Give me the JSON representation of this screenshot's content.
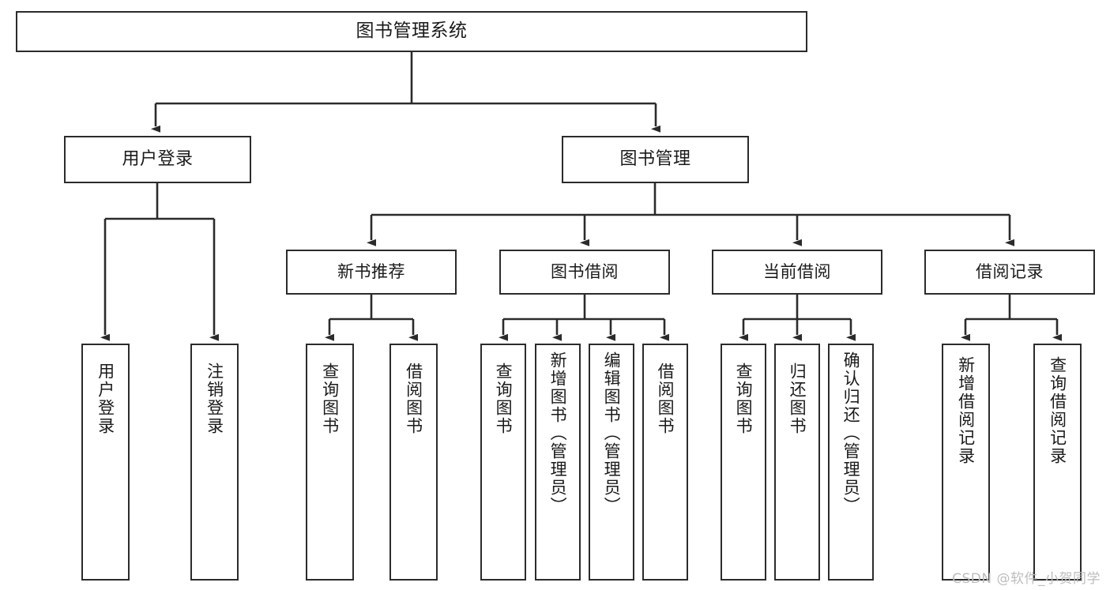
{
  "diagram": {
    "title": "图书管理系统",
    "watermark": "CSDN @软件_小贺同学",
    "stroke_color": "#2b2b2b",
    "background_color": "#ffffff",
    "text_color": "#1a1a1a",
    "watermark_color": "#bdbdbd"
  },
  "nodes": {
    "root": {
      "label": "图书管理系统"
    },
    "login": {
      "label": "用户登录"
    },
    "book_mgmt": {
      "label": "图书管理"
    },
    "new_book_rec": {
      "label": "新书推荐"
    },
    "book_borrow": {
      "label": "图书借阅"
    },
    "current_borrow": {
      "label": "当前借阅"
    },
    "borrow_record": {
      "label": "借阅记录"
    },
    "leaf_user_login": {
      "label": "用户登录"
    },
    "leaf_logout": {
      "label": "注销登录"
    },
    "leaf_query_book_1": {
      "label": "查询图书"
    },
    "leaf_borrow_book_1": {
      "label": "借阅图书"
    },
    "leaf_query_book_2": {
      "label": "查询图书"
    },
    "leaf_add_book": {
      "label": "新增图书（管理员）"
    },
    "leaf_edit_book": {
      "label": "编辑图书（管理员）"
    },
    "leaf_borrow_book_2": {
      "label": "借阅图书"
    },
    "leaf_query_book_3": {
      "label": "查询图书"
    },
    "leaf_return_book": {
      "label": "归还图书"
    },
    "leaf_confirm_return": {
      "label": "确认归还（管理员）"
    },
    "leaf_add_record": {
      "label": "新增借阅记录"
    },
    "leaf_query_record": {
      "label": "查询借阅记录"
    }
  },
  "chart_data": {
    "type": "tree-diagram",
    "title": "图书管理系统",
    "root": {
      "label": "图书管理系统",
      "children": [
        {
          "label": "用户登录",
          "children": [
            {
              "label": "用户登录"
            },
            {
              "label": "注销登录"
            }
          ]
        },
        {
          "label": "图书管理",
          "children": [
            {
              "label": "新书推荐",
              "children": [
                {
                  "label": "查询图书"
                },
                {
                  "label": "借阅图书"
                }
              ]
            },
            {
              "label": "图书借阅",
              "children": [
                {
                  "label": "查询图书"
                },
                {
                  "label": "新增图书（管理员）"
                },
                {
                  "label": "编辑图书（管理员）"
                },
                {
                  "label": "借阅图书"
                }
              ]
            },
            {
              "label": "当前借阅",
              "children": [
                {
                  "label": "查询图书"
                },
                {
                  "label": "归还图书"
                },
                {
                  "label": "确认归还（管理员）"
                }
              ]
            },
            {
              "label": "借阅记录",
              "children": [
                {
                  "label": "新增借阅记录"
                },
                {
                  "label": "查询借阅记录"
                }
              ]
            }
          ]
        }
      ]
    }
  }
}
